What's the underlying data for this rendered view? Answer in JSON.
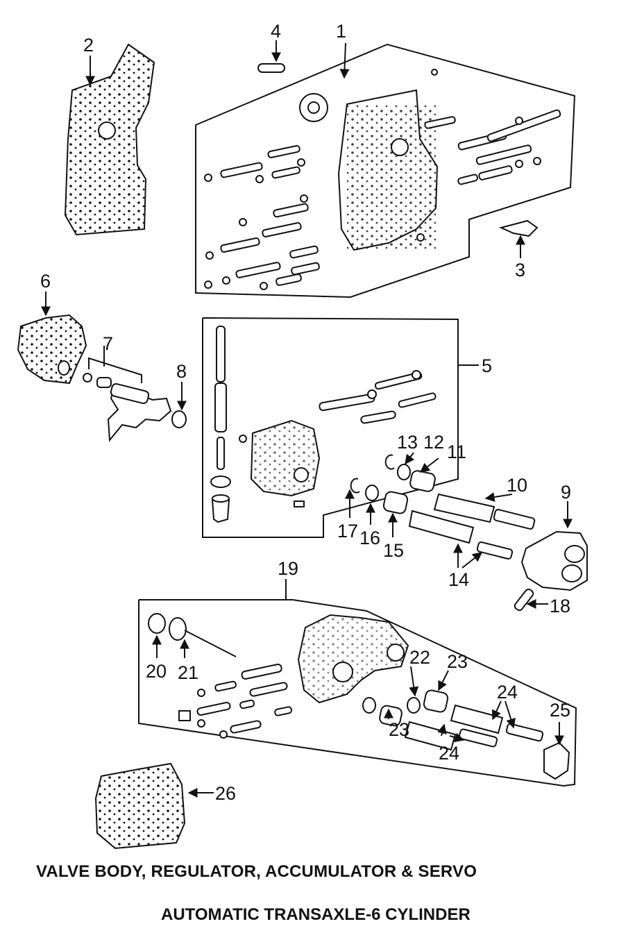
{
  "captions": {
    "line1": "VALVE BODY, REGULATOR, ACCUMULATOR  & SERVO",
    "line2": "AUTOMATIC TRANSAXLE-6 CYLINDER"
  },
  "callouts": [
    "1",
    "2",
    "3",
    "4",
    "5",
    "6",
    "7",
    "8",
    "9",
    "10",
    "11",
    "12",
    "13",
    "14",
    "15",
    "16",
    "17",
    "18",
    "19",
    "20",
    "21",
    "22",
    "23",
    "23",
    "24",
    "24",
    "25",
    "26"
  ]
}
